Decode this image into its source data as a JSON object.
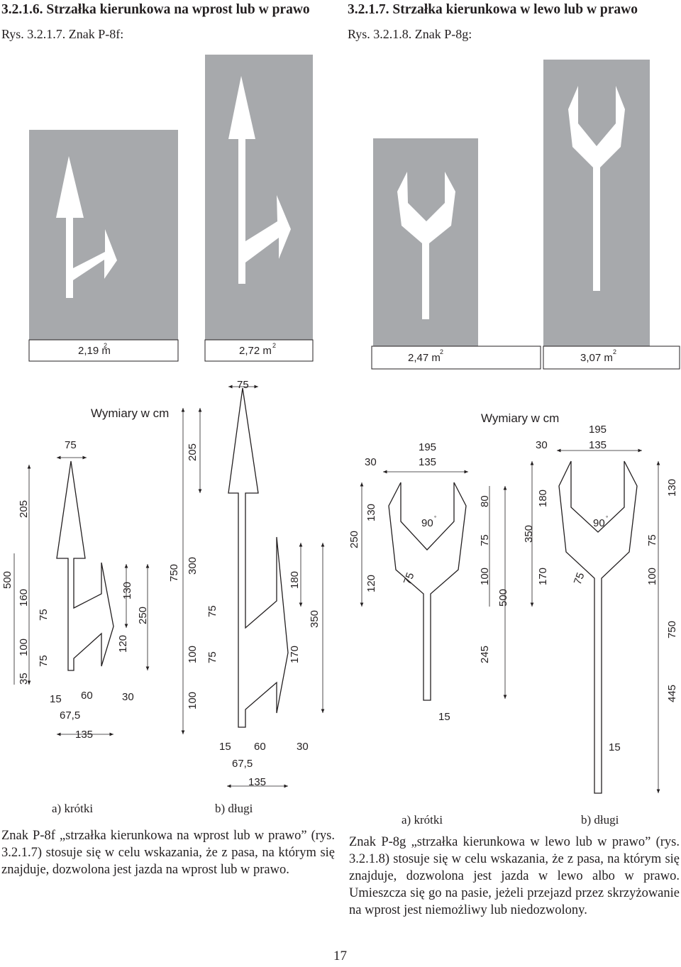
{
  "left": {
    "heading": "3.2.1.6. Strzałka kierunkowa na wprost lub w prawo",
    "figure_caption": "Rys. 3.2.1.7. Znak P-8f:",
    "panels": [
      {
        "area_label": "2,19 m",
        "area_sup": "2"
      },
      {
        "area_label": "2,72 m",
        "area_sup": "2"
      }
    ],
    "units_label": "Wymiary w cm",
    "variant_a": "a) krótki",
    "variant_b": "b) długi",
    "body": "Znak P-8f „strzałka kierunkowa na wprost lub w prawo” (rys. 3.2.1.7) stosuje się w celu wskazania, że z pasa, na którym się znajduje, dozwolona jest jazda na wprost lub w prawo.",
    "dims_a": {
      "top_width": "75",
      "h205": "205",
      "h500": "500",
      "h160": "160",
      "h75a": "75",
      "h75b": "75",
      "h100": "100",
      "h35": "35",
      "r130": "130",
      "r250": "250",
      "r120": "120",
      "w15": "15",
      "w60": "60",
      "w30": "30",
      "w675": "67,5",
      "w135": "135"
    },
    "dims_b": {
      "top_width": "75",
      "h205": "205",
      "h750": "750",
      "h300": "300",
      "h75a": "75",
      "h100a": "100",
      "h75b": "75",
      "h100b": "100",
      "r180": "180",
      "r350": "350",
      "r170": "170",
      "w15": "15",
      "w60": "60",
      "w30": "30",
      "w675": "67,5",
      "w135": "135"
    }
  },
  "right": {
    "heading": "3.2.1.7. Strzałka kierunkowa w lewo lub w prawo",
    "figure_caption": "Rys. 3.2.1.8. Znak P-8g:",
    "panels": [
      {
        "area_label": "2,47 m",
        "area_sup": "2"
      },
      {
        "area_label": "3,07 m",
        "area_sup": "2"
      }
    ],
    "units_label": "Wymiary w cm",
    "variant_a": "a) krótki",
    "variant_b": "b) długi",
    "body": "Znak P-8g „strzałka kierunkowa w lewo lub w prawo” (rys. 3.2.1.8) stosuje się w celu wskazania, że z pasa, na którym się znajduje, dozwolona jest jazda w lewo albo w prawo. Umieszcza się go na pasie, jeżeli przejazd przez skrzyżowanie na wprost jest niemożliwy lub niedozwolony.",
    "dims_a": {
      "w30": "30",
      "w195": "195",
      "w135": "135",
      "h250": "250",
      "h130": "130",
      "h120": "120",
      "a90": "90",
      "deg": "°",
      "d75": "75",
      "r80": "80",
      "r75": "75",
      "r100": "100",
      "r500": "500",
      "r245": "245",
      "w15": "15"
    },
    "dims_b": {
      "w30": "30",
      "w195": "195",
      "w135": "135",
      "h350": "350",
      "h180": "180",
      "h170": "170",
      "a90": "90",
      "deg": "°",
      "d75": "75",
      "r130": "130",
      "r75": "75",
      "r100": "100",
      "r750": "750",
      "r445": "445",
      "w15": "15"
    }
  },
  "page_number": "17",
  "colors": {
    "panel_gray": "#a7a9ac",
    "text": "#231f20",
    "marking": "#ffffff"
  }
}
